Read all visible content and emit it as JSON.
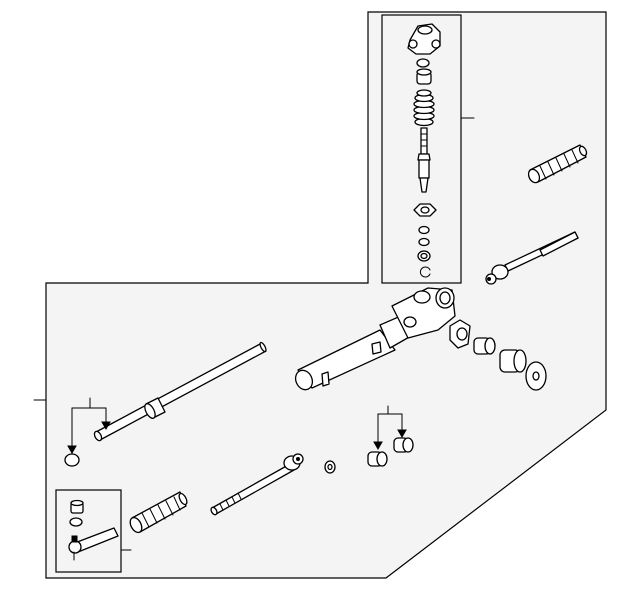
{
  "diagram": {
    "background_color": "#ffffff",
    "panel_fill": "#f4f4f4",
    "line_color": "#000000",
    "panels": [
      "main-assembly-panel",
      "valve-inset-panel",
      "tie-rod-end-inset-panel"
    ],
    "parts": [
      "pinion-housing-cover",
      "seal-ring",
      "bushing",
      "dust-boot",
      "pinion-shaft",
      "gasket-plate",
      "o-ring",
      "snap-ring",
      "tie-rod-boot",
      "inner-tie-rod",
      "steering-gear-housing",
      "mount-bracket",
      "mount-bushing",
      "washer",
      "steering-rack",
      "rack-ring",
      "tie-rod-end",
      "nut"
    ]
  }
}
